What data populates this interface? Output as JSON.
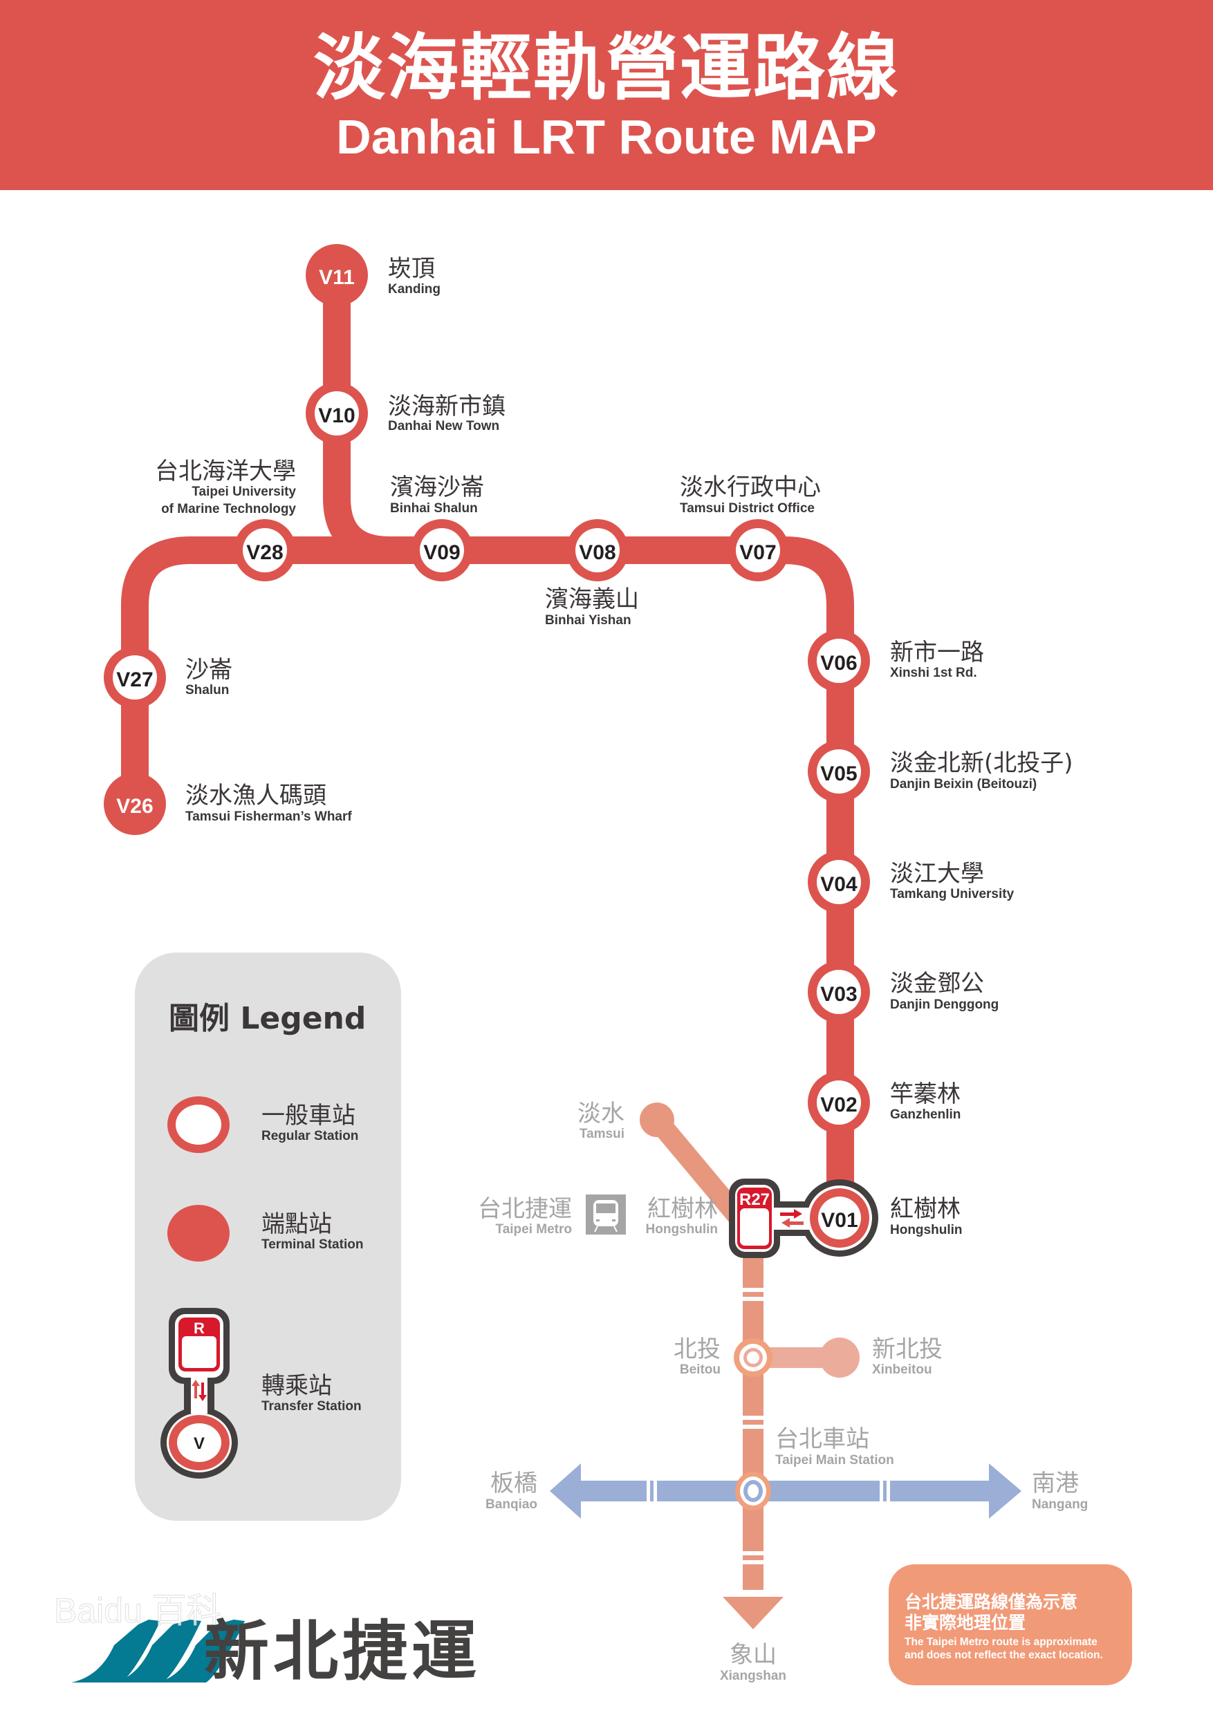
{
  "header": {
    "title_zh": "淡海輕軌營運路線",
    "title_en": "Danhai LRT Route MAP"
  },
  "colors": {
    "header_bg": "#dd544e",
    "lrt_line": "#dd544e",
    "tamsui_xinyi_line": "#e8977f",
    "xinbeitou_branch": "#ecac9c",
    "bannan_line": "#9aaed6",
    "transfer_outline": "#433f3f",
    "metro_r_badge": "#d7192b",
    "legend_bg": "#e0e0e0",
    "note_bg": "#f19a78",
    "text_dark": "#3b3637",
    "text_gray": "#a5a5a5",
    "brand_teal": "#047a93"
  },
  "stations": [
    {
      "code": "V11",
      "zh": "崁頂",
      "en": "Kanding",
      "type": "terminal"
    },
    {
      "code": "V10",
      "zh": "淡海新市鎮",
      "en": "Danhai New Town",
      "type": "regular"
    },
    {
      "code": "V28",
      "zh": "台北海洋大學",
      "en": "Taipei University",
      "en2": "of Marine Technology",
      "type": "regular"
    },
    {
      "code": "V09",
      "zh": "濱海沙崙",
      "en": "Binhai Shalun",
      "type": "regular"
    },
    {
      "code": "V08",
      "zh": "濱海義山",
      "en": "Binhai Yishan",
      "type": "regular"
    },
    {
      "code": "V07",
      "zh": "淡水行政中心",
      "en": "Tamsui District Office",
      "type": "regular"
    },
    {
      "code": "V27",
      "zh": "沙崙",
      "en": "Shalun",
      "type": "regular"
    },
    {
      "code": "V26",
      "zh": "淡水漁人碼頭",
      "en": "Tamsui Fisherman’s Wharf",
      "type": "terminal"
    },
    {
      "code": "V06",
      "zh": "新市一路",
      "en": "Xinshi 1st Rd.",
      "type": "regular"
    },
    {
      "code": "V05",
      "zh": "淡金北新(北投子)",
      "en": "Danjin Beixin (Beitouzi)",
      "type": "regular"
    },
    {
      "code": "V04",
      "zh": "淡江大學",
      "en": "Tamkang University",
      "type": "regular"
    },
    {
      "code": "V03",
      "zh": "淡金鄧公",
      "en": "Danjin Denggong",
      "type": "regular"
    },
    {
      "code": "V02",
      "zh": "竿蓁林",
      "en": "Ganzhenlin",
      "type": "regular"
    },
    {
      "code": "V01",
      "zh": "紅樹林",
      "en": "Hongshulin",
      "type": "transfer"
    }
  ],
  "metro": {
    "system_zh": "台北捷運",
    "system_en": "Taipei Metro",
    "transfer_code": "R27",
    "transfer_zh": "紅樹林",
    "transfer_en": "Hongshulin",
    "stations": [
      {
        "zh": "淡水",
        "en": "Tamsui"
      },
      {
        "zh": "北投",
        "en": "Beitou"
      },
      {
        "zh": "新北投",
        "en": "Xinbeitou"
      },
      {
        "zh": "台北車站",
        "en": "Taipei Main Station"
      },
      {
        "zh": "板橋",
        "en": "Banqiao"
      },
      {
        "zh": "南港",
        "en": "Nangang"
      },
      {
        "zh": "象山",
        "en": "Xiangshan"
      }
    ]
  },
  "legend": {
    "title": "圖例 Legend",
    "items": [
      {
        "zh": "一般車站",
        "en": "Regular Station"
      },
      {
        "zh": "端點站",
        "en": "Terminal Station"
      },
      {
        "zh": "轉乘站",
        "en": "Transfer Station"
      }
    ],
    "transfer_r": "R",
    "transfer_v": "V"
  },
  "note": {
    "zh_line1": "台北捷運路線僅為示意",
    "zh_line2": "非實際地理位置",
    "en_line1": "The Taipei Metro route is approximate",
    "en_line2": "and does not reflect the exact location."
  },
  "footer": {
    "brand_zh": "新北捷運",
    "watermark": "Baidu 百科"
  }
}
